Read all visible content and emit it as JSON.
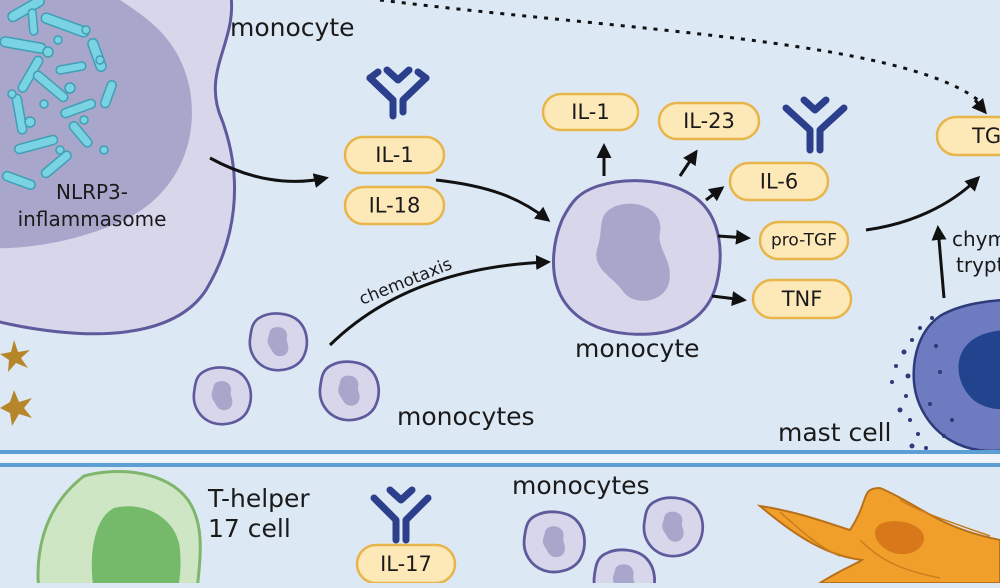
{
  "labels": {
    "monocyte_top": "monocyte",
    "inflammasome": [
      "NLRP3-",
      "inflammasome"
    ],
    "chemotaxis": "chemotaxis",
    "monocytes_mid": "monocytes",
    "monocyte_center": "monocyte",
    "mast_cell": "mast cell",
    "mast_cell_cut": [
      "chym",
      "trypt"
    ],
    "th17": [
      "T-helper",
      "17 cell"
    ],
    "monocytes_bottom": "monocytes"
  },
  "cytokines": {
    "il1_left": "IL-1",
    "il18": "IL-18",
    "il1_top": "IL-1",
    "il23": "IL-23",
    "il6": "IL-6",
    "protgf": "pro-TGF",
    "tnf": "TNF",
    "tgf_cut": "TGF-",
    "il17": "IL-17"
  },
  "colors": {
    "background": "#dde8f5",
    "cytokine_fill": "#fde8b8",
    "cytokine_border": "#e8b54a",
    "monocyte_fill": "#d8d6eb",
    "monocyte_border": "#5f5a9c",
    "antibody": "#2c3f8c",
    "mast_cell": "#5d6bb0",
    "mast_nucleus": "#22448f",
    "crystal": "#7ad3e3",
    "th17_fill": "#cfe6c4",
    "fibroblast": "#f0a02a",
    "divider": "#5b9fd4"
  },
  "icons": [
    "antibody-icon",
    "star-particle-icon",
    "crystal-icon"
  ]
}
